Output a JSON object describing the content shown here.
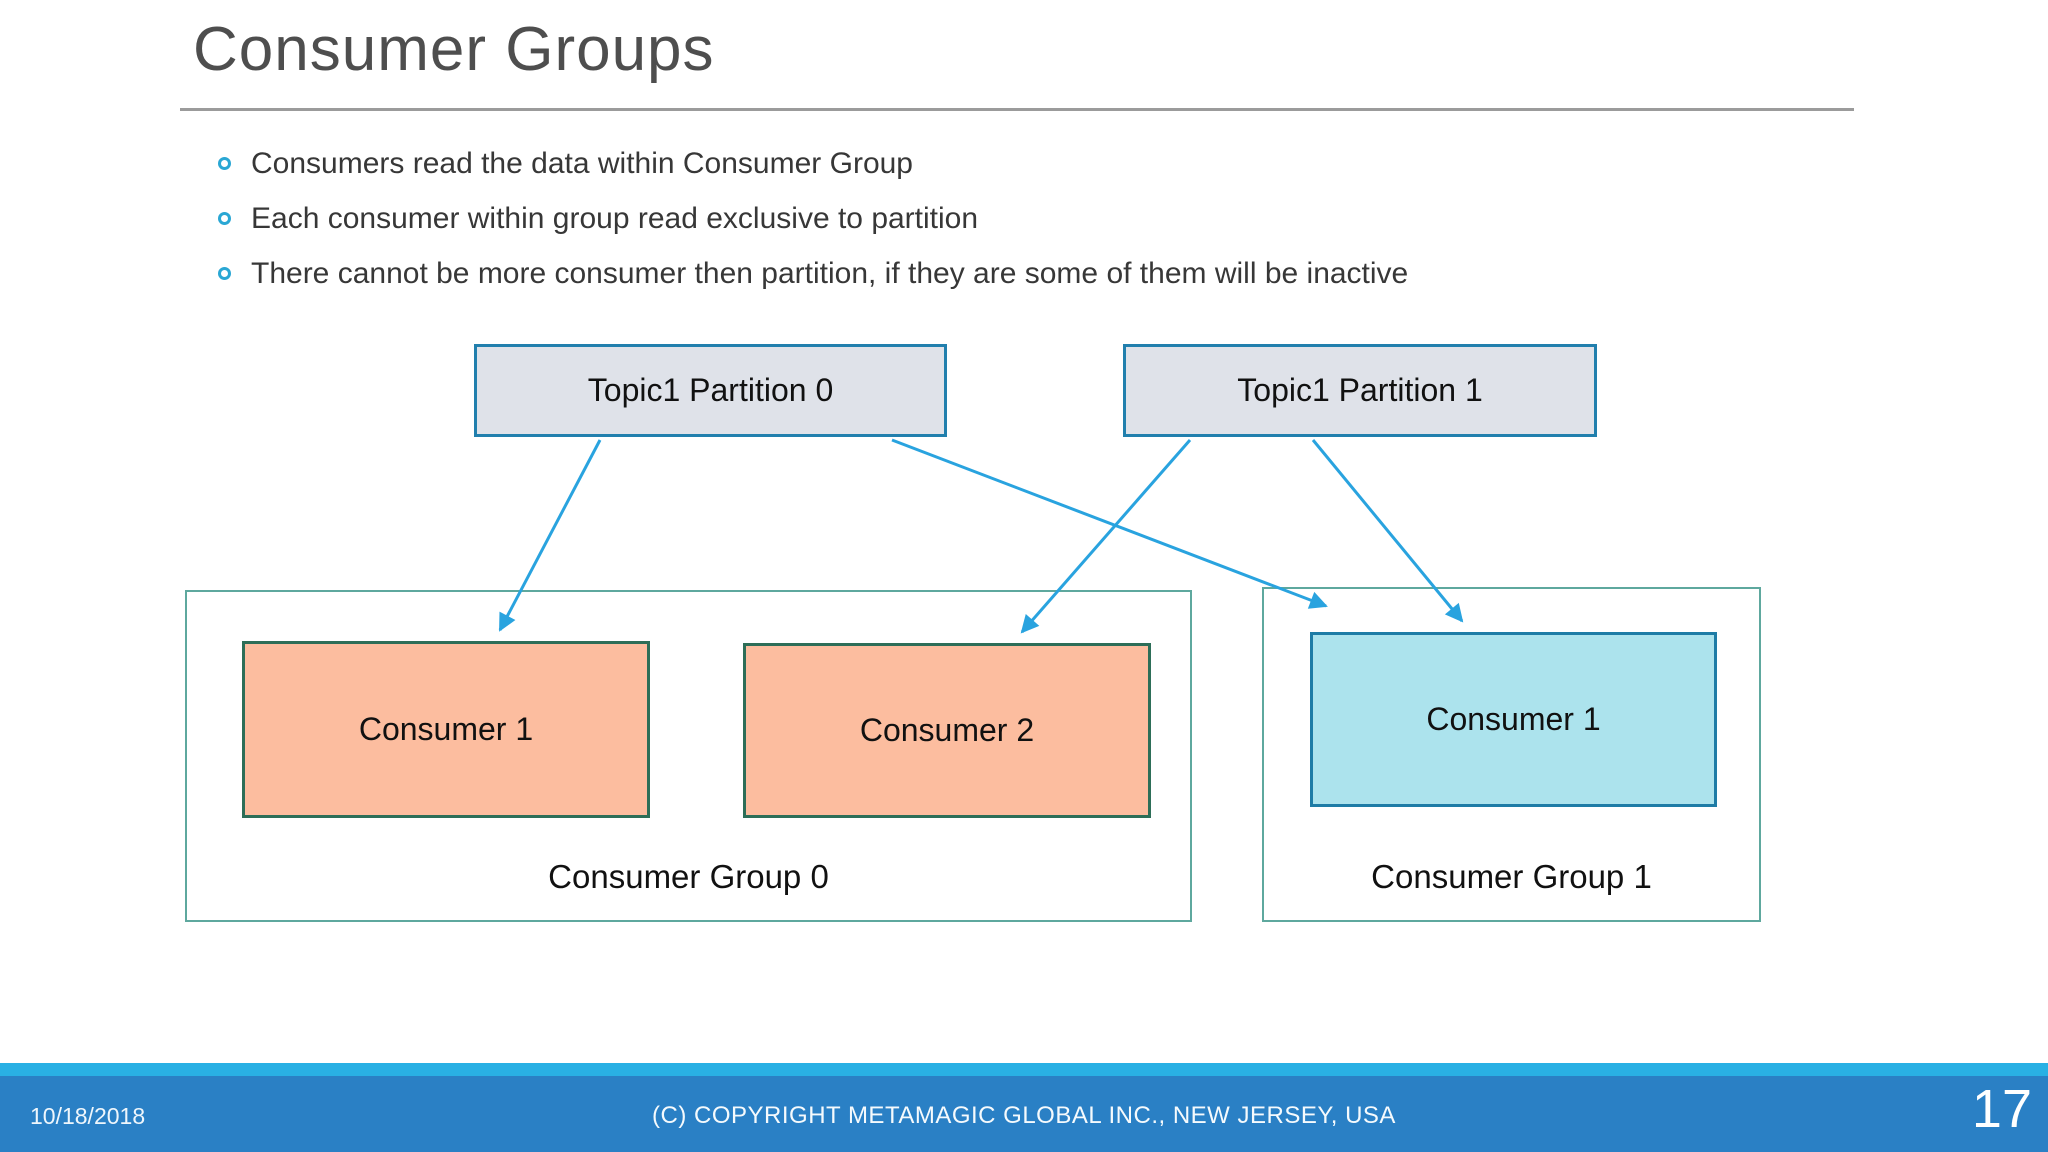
{
  "slide": {
    "title": "Consumer Groups",
    "bullets": [
      "Consumers read the data within Consumer Group",
      "Each consumer within group read exclusive to partition",
      "There cannot be more consumer then partition, if they are some of them will be inactive"
    ],
    "diagram": {
      "partitions": [
        {
          "label": "Topic1 Partition 0"
        },
        {
          "label": "Topic1 Partition 1"
        }
      ],
      "groups": [
        {
          "label": "Consumer Group 0",
          "consumers": [
            {
              "label": "Consumer 1",
              "state": "active"
            },
            {
              "label": "Consumer 2",
              "state": "active"
            }
          ]
        },
        {
          "label": "Consumer Group 1",
          "consumers": [
            {
              "label": "Consumer 1",
              "state": "active"
            }
          ]
        }
      ],
      "arrows": [
        {
          "from": "Topic1 Partition 0",
          "to": "Consumer Group 0 / Consumer 1"
        },
        {
          "from": "Topic1 Partition 0",
          "to": "Consumer Group 1"
        },
        {
          "from": "Topic1 Partition 1",
          "to": "Consumer Group 0 / Consumer 2"
        },
        {
          "from": "Topic1 Partition 1",
          "to": "Consumer Group 1 / Consumer 1"
        }
      ]
    },
    "footer": {
      "date": "10/18/2018",
      "copyright": "(C) COPYRIGHT METAMAGIC GLOBAL INC., NEW JERSEY, USA",
      "page": "17"
    }
  },
  "colors": {
    "title-text": "#4e4e4e",
    "body-text": "#373737",
    "bullet-marker": "#2aa7d4",
    "divider": "#9b9b9b",
    "partition-fill": "#dfe2e9",
    "partition-border": "#217fad",
    "consumer-fill": "#fcbd9f",
    "consumer-border": "#2d6e58",
    "inactive-consumer-fill": "#ace3ed",
    "inactive-consumer-border": "#1e7ca6",
    "group-border": "#5ea89e",
    "arrow": "#29a3df",
    "footer-strip": "#29b0e4",
    "footer-bar": "#2a80c5"
  }
}
